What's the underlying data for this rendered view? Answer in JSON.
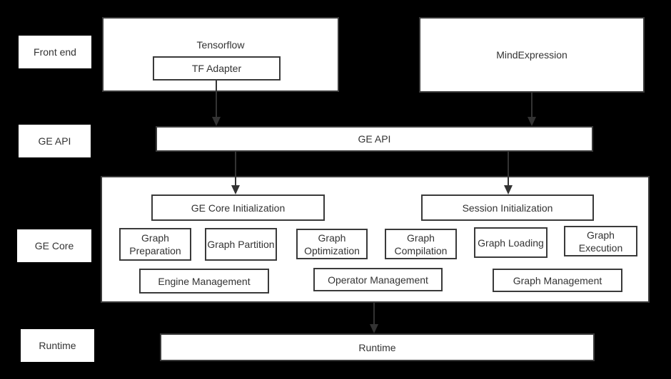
{
  "colors": {
    "background": "#000000",
    "box_fill": "#ffffff",
    "box_border": "#3a3a3a",
    "text": "#333333",
    "arrow": "#333333"
  },
  "diagram": {
    "side_labels": [
      {
        "label": "Front end"
      },
      {
        "label": "GE API"
      },
      {
        "label": "GE Core"
      },
      {
        "label": "Runtime"
      }
    ],
    "front_end": {
      "tensorflow_title": "Tensorflow",
      "tf_adapter_label": "TF Adapter",
      "mind_expression_label": "MindExpression"
    },
    "ge_api": {
      "label": "GE API"
    },
    "ge_core": {
      "core_init_label": "GE Core Initialization",
      "session_init_label": "Session Initialization",
      "stages": [
        {
          "label": "Graph Preparation"
        },
        {
          "label": "Graph Partition"
        },
        {
          "label": "Graph Optimization"
        },
        {
          "label": "Graph Compilation"
        },
        {
          "label": "Graph Loading"
        },
        {
          "label": "Graph Execution"
        }
      ],
      "management": [
        {
          "label": "Engine Management"
        },
        {
          "label": "Operator Management"
        },
        {
          "label": "Graph Management"
        }
      ]
    },
    "runtime": {
      "label": "Runtime"
    }
  }
}
